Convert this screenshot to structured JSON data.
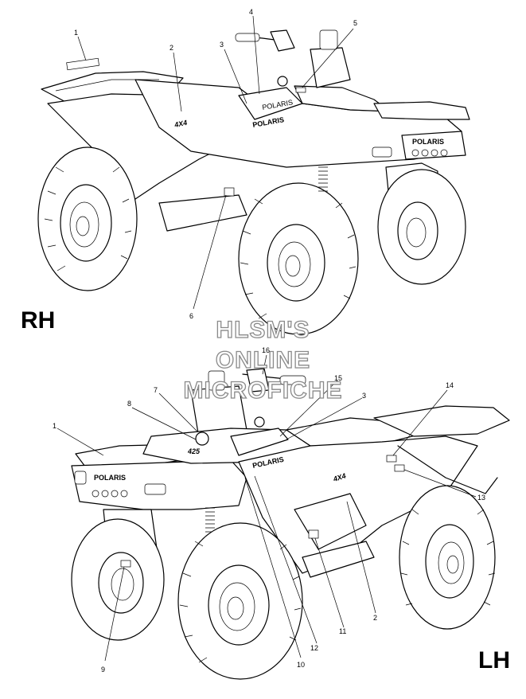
{
  "sides": {
    "right": "RH",
    "left": "LH"
  },
  "watermark": [
    "HLSM'S",
    "ONLINE",
    "MICROFICHE"
  ],
  "decal_text": {
    "badge_4x4": "4X4",
    "brand": "POLARIS",
    "displacement": "425"
  },
  "callouts_rh": [
    "1",
    "2",
    "3",
    "4",
    "5",
    "6"
  ],
  "callouts_lh": [
    "16",
    "15",
    "3",
    "14",
    "7",
    "8",
    "1",
    "13",
    "2",
    "11",
    "12",
    "10",
    "9"
  ]
}
